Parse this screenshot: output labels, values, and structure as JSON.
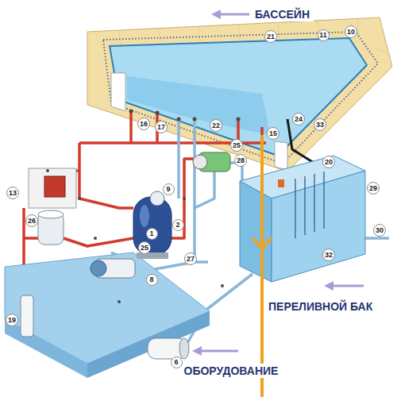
{
  "diagram": {
    "labels": [
      "БАССЕЙН",
      "10",
      "11",
      "21",
      "24",
      "33",
      "16",
      "17",
      "22",
      "15",
      "25",
      "28",
      "20",
      "9",
      "29",
      "13",
      "26",
      "2",
      "1",
      "30",
      "25",
      "27",
      "32",
      "8",
      "ПЕРЕЛИВНОЙ БАК",
      "19",
      "6",
      "ОБОРУДОВАНИЕ"
    ]
  }
}
